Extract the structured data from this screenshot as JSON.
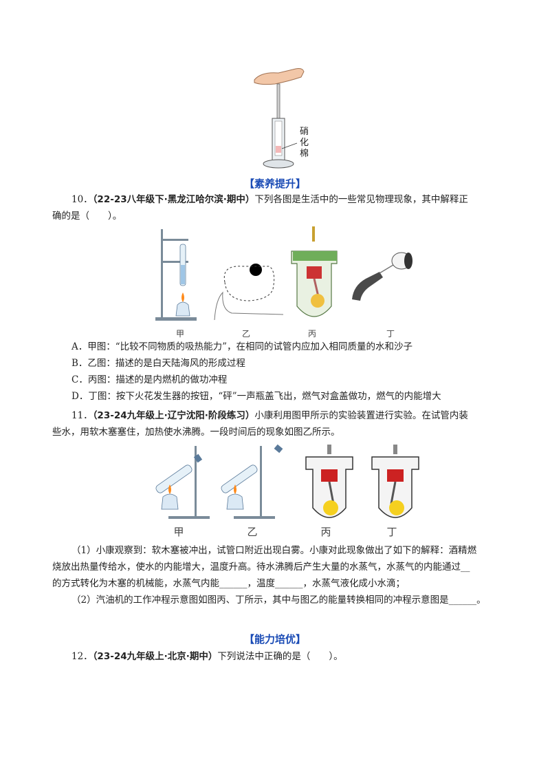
{
  "top_figure": {
    "label": "硝化棉"
  },
  "section1": {
    "title": "【素养提升】"
  },
  "q10": {
    "number": "10．",
    "source": "（22-23八年级下·黑龙江哈尔滨·期中）",
    "stem_line1": "下列各图是生活中的一些常见物理现象，其中解释正",
    "stem_line2": "确的是（　　）。",
    "fig_labels": [
      "甲",
      "乙",
      "丙",
      "丁"
    ],
    "options": [
      "A．甲图：“比较不同物质的吸热能力”，在相同的试管内应加入相同质量的水和沙子",
      "B．乙图：描述的是白天陆海风的形成过程",
      "C．丙图：描述的是内燃机的做功冲程",
      "D．丁图：按下火花发生器的按钮，“砰”一声瓶盖飞出，燃气对盒盖做功，燃气的内能增大"
    ]
  },
  "q11": {
    "number": "11．",
    "source": "（23-24九年级上·辽宁沈阳·阶段练习）",
    "stem_line1": "小康利用图甲所示的实验装置进行实验。在试管内装",
    "stem_line2": "些水，用软木塞塞住，加热使水沸腾。一段时间后的现象如图乙所示。",
    "fig_labels": [
      "甲",
      "乙",
      "丙",
      "丁"
    ],
    "p1_line1": "（1）小康观察到：软木塞被冲出，试管口附近出现白雾。小康对此现象做出了如下的解释：酒精燃",
    "p1_line2": "烧放出热量传给水，使水的内能增大，温度升高。待水沸腾后产生大量的水蒸气，水蒸气的内能通过__",
    "p1_line3": "的方式转化为木塞的机械能，水蒸气内能______，温度______，水蒸气液化成小水滴；",
    "p2_line1": "（2）汽油机的工作冲程示意图如图丙、丁所示，其中与图乙的能量转换相同的冲程示意图是______。"
  },
  "section2": {
    "title": "【能力培优】"
  },
  "q12": {
    "number": "12．",
    "source": "（23-24九年级上·北京·期中）",
    "stem": "下列说法中正确的是（　　）。"
  }
}
